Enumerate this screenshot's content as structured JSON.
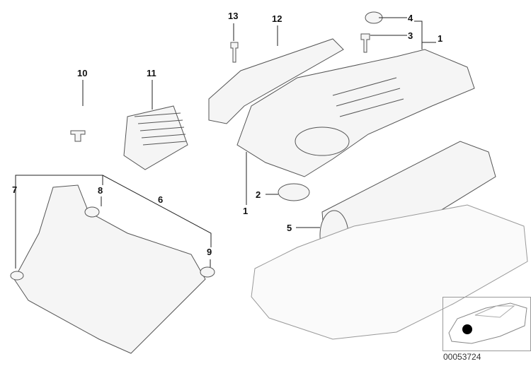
{
  "diagram": {
    "callouts": [
      "13",
      "12",
      "4",
      "3",
      "1",
      "10",
      "11",
      "7",
      "8",
      "6",
      "2",
      "1",
      "5",
      "9"
    ],
    "reference_code": "00053724",
    "inset": "car-location-inset"
  },
  "colors": {
    "line": "#222222",
    "part_stroke": "#555555",
    "part_fill": "#f4f4f4",
    "marker": "#000000"
  }
}
